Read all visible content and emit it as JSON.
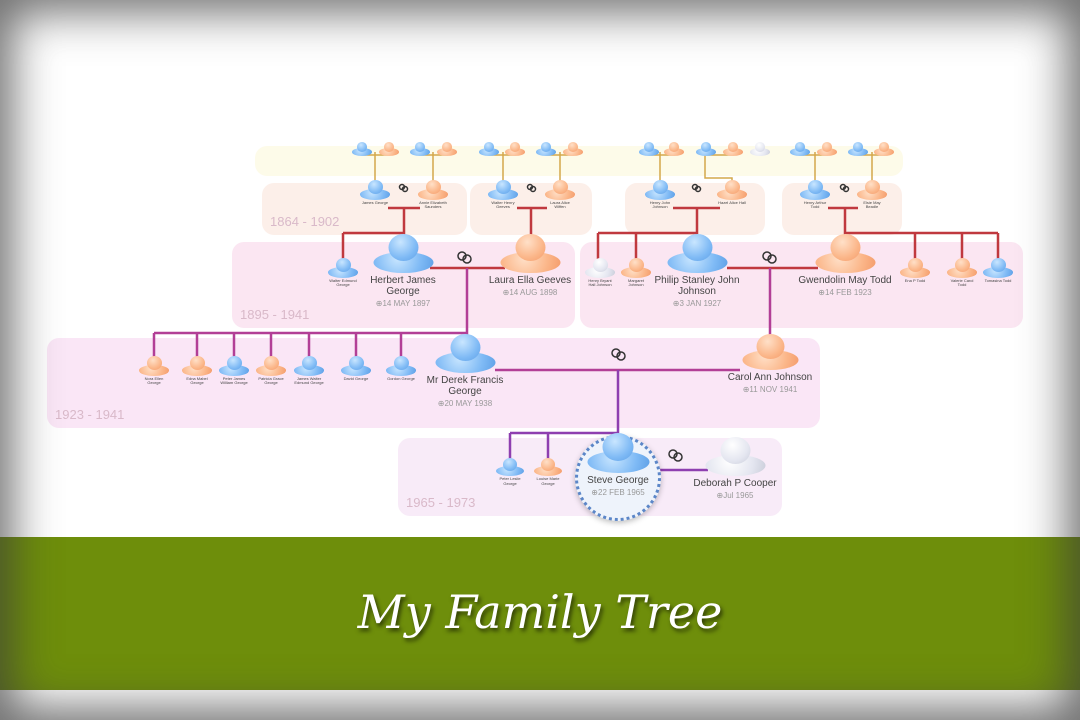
{
  "title": "My Family Tree",
  "colors": {
    "banner": "#6e8e0b",
    "parent_line": "#c0393f",
    "child_line": "#b23f96",
    "grandchild_line": "#8e3fb0",
    "male": "#7fbaf5",
    "female": "#fbb689",
    "unknown": "#e4e6f0"
  },
  "generations": [
    {
      "label": "1864 - 1902"
    },
    {
      "label": "1895 - 1941"
    },
    {
      "label": "1923 - 1941"
    },
    {
      "label": "1965 - 1973"
    }
  ],
  "people": [
    {
      "name": "Herbert James George",
      "date": "⊕14 MAY 1897",
      "sex": "m"
    },
    {
      "name": "Laura Ella Geeves",
      "date": "⊕14 AUG 1898",
      "sex": "f"
    },
    {
      "name": "Philip Stanley John Johnson",
      "date": "⊕3 JAN 1927",
      "sex": "m"
    },
    {
      "name": "Gwendolin May Todd",
      "date": "⊕14 FEB 1923",
      "sex": "f"
    },
    {
      "name": "Mr Derek Francis George",
      "date": "⊕20 MAY 1938",
      "sex": "m"
    },
    {
      "name": "Carol Ann Johnson",
      "date": "⊕11 NOV 1941",
      "sex": "f"
    },
    {
      "name": "Steve George",
      "date": "⊕22 FEB 1965",
      "sex": "m"
    },
    {
      "name": "Deborah P Cooper",
      "date": "⊕Jul 1965",
      "sex": "u"
    },
    {
      "name": "Walter Edmund George",
      "date": "",
      "sex": "m"
    },
    {
      "name": "Henry Bryant Hall Johnson",
      "date": "",
      "sex": "u"
    },
    {
      "name": "Margaret Johnson",
      "date": "",
      "sex": "f"
    },
    {
      "name": "Ena P Todd",
      "date": "",
      "sex": "f"
    },
    {
      "name": "Valerie Carol Todd",
      "date": "",
      "sex": "f"
    },
    {
      "name": "Tomasina Todd",
      "date": "",
      "sex": "m"
    },
    {
      "name": "James George",
      "date": "",
      "sex": "m"
    },
    {
      "name": "Annie Elizabeth Saunders",
      "date": "",
      "sex": "f"
    },
    {
      "name": "Walter Henry Geeves",
      "date": "",
      "sex": "m"
    },
    {
      "name": "Laura Alice Wiffen",
      "date": "",
      "sex": "f"
    },
    {
      "name": "Henry John Johnson",
      "date": "",
      "sex": "m"
    },
    {
      "name": "Hazel Alice Hall",
      "date": "",
      "sex": "f"
    },
    {
      "name": "Henry Arthur Todd",
      "date": "",
      "sex": "m"
    },
    {
      "name": "Elsie May Beadle",
      "date": "",
      "sex": "f"
    },
    {
      "name": "Nora Ellen George",
      "date": "",
      "sex": "f"
    },
    {
      "name": "Edna Mabel George",
      "date": "",
      "sex": "f"
    },
    {
      "name": "Peter James William George",
      "date": "",
      "sex": "m"
    },
    {
      "name": "Patricia Grace George",
      "date": "",
      "sex": "f"
    },
    {
      "name": "James Walter Edmund George",
      "date": "",
      "sex": "m"
    },
    {
      "name": "David George",
      "date": "",
      "sex": "m"
    },
    {
      "name": "Gordon George",
      "date": "",
      "sex": "m"
    },
    {
      "name": "Peter Leslie George",
      "date": "",
      "sex": "m"
    },
    {
      "name": "Louise Marie George",
      "date": "",
      "sex": "f"
    }
  ]
}
